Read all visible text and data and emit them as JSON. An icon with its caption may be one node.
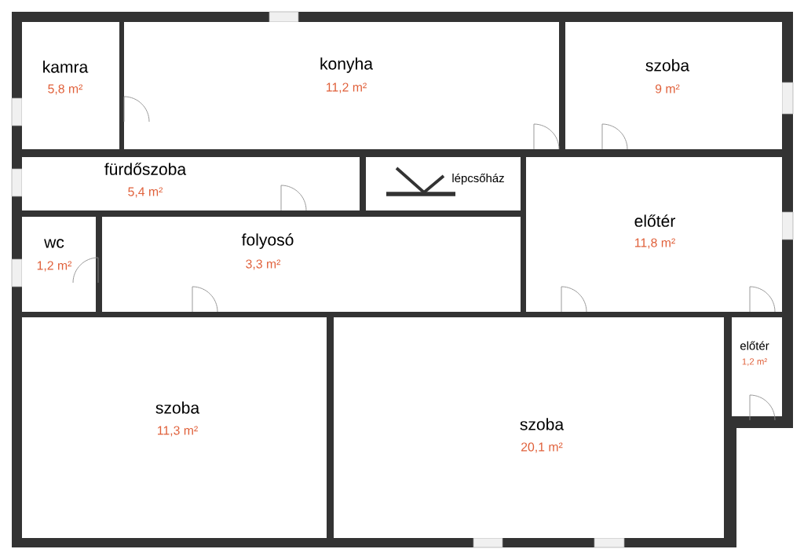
{
  "diagram": {
    "nodes": [
      {
        "text": [
          "kamra",
          "5,8 m²"
        ]
      },
      {
        "text": [
          "konyha",
          "11,2 m²"
        ]
      },
      {
        "text": [
          "szoba",
          "9 m²"
        ]
      },
      {
        "text": [
          "fürdőszoba",
          "5,4 m²"
        ]
      },
      {
        "text": [
          "lépcsőház"
        ]
      },
      {
        "text": [
          "előtér",
          "11,8 m²"
        ]
      },
      {
        "text": [
          "wc",
          "1,2 m²"
        ]
      },
      {
        "text": [
          "folyosó",
          "3,3 m²"
        ]
      },
      {
        "text": [
          "szoba",
          "11,3 m²"
        ]
      },
      {
        "text": [
          "szoba",
          "20,1 m²"
        ]
      },
      {
        "text": [
          "előtér",
          "1,2 m²"
        ]
      }
    ]
  }
}
